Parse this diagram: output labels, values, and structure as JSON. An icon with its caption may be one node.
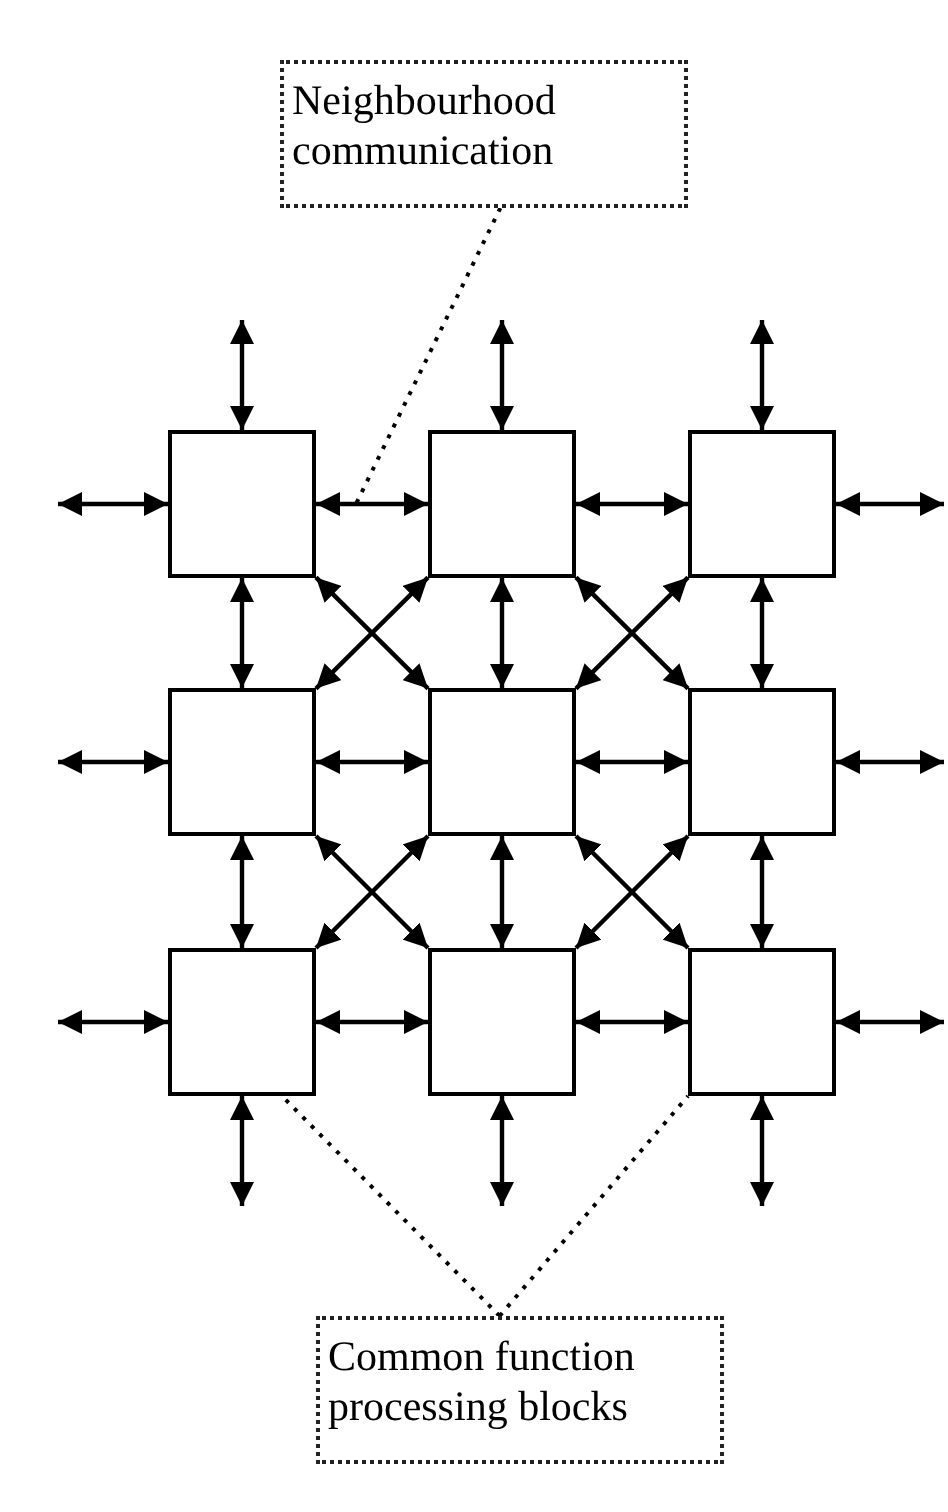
{
  "diagram": {
    "nodes": [
      {
        "text": [
          "Neighbourhood communication"
        ]
      },
      {
        "text": [],
        "shape": "box"
      },
      {
        "text": [],
        "shape": "box"
      },
      {
        "text": [],
        "shape": "box"
      },
      {
        "text": [],
        "shape": "box"
      },
      {
        "text": [],
        "shape": "box"
      },
      {
        "text": [],
        "shape": "box"
      },
      {
        "text": [],
        "shape": "box"
      },
      {
        "text": [],
        "shape": "box"
      },
      {
        "text": [],
        "shape": "box"
      },
      {
        "text": [
          "Common function processing blocks"
        ]
      }
    ],
    "edges": [
      {
        "from": 1,
        "to": 2,
        "arrow": "both"
      },
      {
        "from": 2,
        "to": 3,
        "arrow": "both"
      },
      {
        "from": 4,
        "to": 5,
        "arrow": "both"
      },
      {
        "from": 5,
        "to": 6,
        "arrow": "both"
      },
      {
        "from": 7,
        "to": 8,
        "arrow": "both"
      },
      {
        "from": 8,
        "to": 9,
        "arrow": "both"
      },
      {
        "from": 1,
        "to": 4,
        "arrow": "both"
      },
      {
        "from": 4,
        "to": 7,
        "arrow": "both"
      },
      {
        "from": 2,
        "to": 5,
        "arrow": "both"
      },
      {
        "from": 5,
        "to": 8,
        "arrow": "both"
      },
      {
        "from": 3,
        "to": 6,
        "arrow": "both"
      },
      {
        "from": 6,
        "to": 9,
        "arrow": "both"
      },
      {
        "from": 1,
        "to": 5,
        "arrow": "both"
      },
      {
        "from": 2,
        "to": 4,
        "arrow": "both"
      },
      {
        "from": 2,
        "to": 6,
        "arrow": "both"
      },
      {
        "from": 3,
        "to": 5,
        "arrow": "both"
      },
      {
        "from": 4,
        "to": 8,
        "arrow": "both"
      },
      {
        "from": 5,
        "to": 7,
        "arrow": "both"
      },
      {
        "from": 5,
        "to": 9,
        "arrow": "both"
      },
      {
        "from": 6,
        "to": 8,
        "arrow": "both"
      },
      {
        "from": null,
        "to": 1,
        "arrow": "both"
      },
      {
        "from": null,
        "to": 2,
        "arrow": "both"
      },
      {
        "from": null,
        "to": 3,
        "arrow": "both"
      },
      {
        "from": null,
        "to": 1,
        "arrow": "both"
      },
      {
        "from": null,
        "to": 4,
        "arrow": "both"
      },
      {
        "from": null,
        "to": 7,
        "arrow": "both"
      },
      {
        "from": null,
        "to": 3,
        "arrow": "both"
      },
      {
        "from": null,
        "to": 6,
        "arrow": "both"
      },
      {
        "from": null,
        "to": 9,
        "arrow": "both"
      },
      {
        "from": null,
        "to": 7,
        "arrow": "both"
      },
      {
        "from": null,
        "to": 8,
        "arrow": "both"
      },
      {
        "from": null,
        "to": 9,
        "arrow": "both"
      },
      {
        "from": 0,
        "to": null,
        "arrow": "none",
        "style": "dashed"
      },
      {
        "from": 10,
        "to": 7,
        "arrow": "none",
        "style": "dashed"
      },
      {
        "from": 10,
        "to": 9,
        "arrow": "none",
        "style": "dashed"
      }
    ]
  }
}
